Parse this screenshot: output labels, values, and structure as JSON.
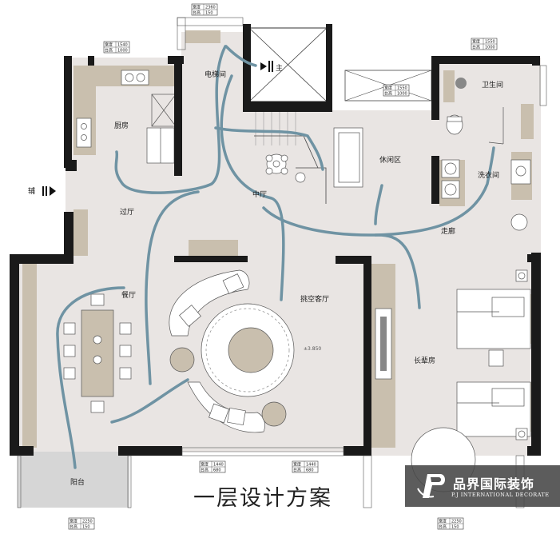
{
  "title": "一层设计方案",
  "rooms": {
    "elevator": "电梯间",
    "main_entry": "主",
    "secondary_entry": "辅",
    "kitchen": "厨房",
    "passage": "过厅",
    "middle_hall": "中厅",
    "lounge": "休闲区",
    "bathroom": "卫生间",
    "laundry": "洗衣间",
    "corridor": "走廊",
    "dining": "餐厅",
    "living": "挑空客厅",
    "elder_room": "长辈房",
    "balcony": "阳台"
  },
  "elevation": "±3.850",
  "window_tags": [
    {
      "w": "2360",
      "h": "150"
    },
    {
      "w": "1540",
      "h": "1000"
    },
    {
      "w": "1550",
      "h": "1000"
    },
    {
      "w": "1550",
      "h": "1000"
    },
    {
      "w": "1440",
      "h": "680"
    },
    {
      "w": "1440",
      "h": "680"
    },
    {
      "w": "2250",
      "h": "150"
    },
    {
      "w": "2250",
      "h": "150"
    }
  ],
  "tag_labels": {
    "width": "宽度",
    "height": "台高"
  },
  "brand": {
    "name": "品界国际装饰",
    "english": "P.J INTERNATIONAL DECORATE"
  },
  "colors": {
    "wall": "#1a1a1a",
    "floor": "#e9e5e3",
    "cabinet": "#c9bfae",
    "flow_line": "#6f93a3",
    "balcony": "#d6d6d6"
  }
}
